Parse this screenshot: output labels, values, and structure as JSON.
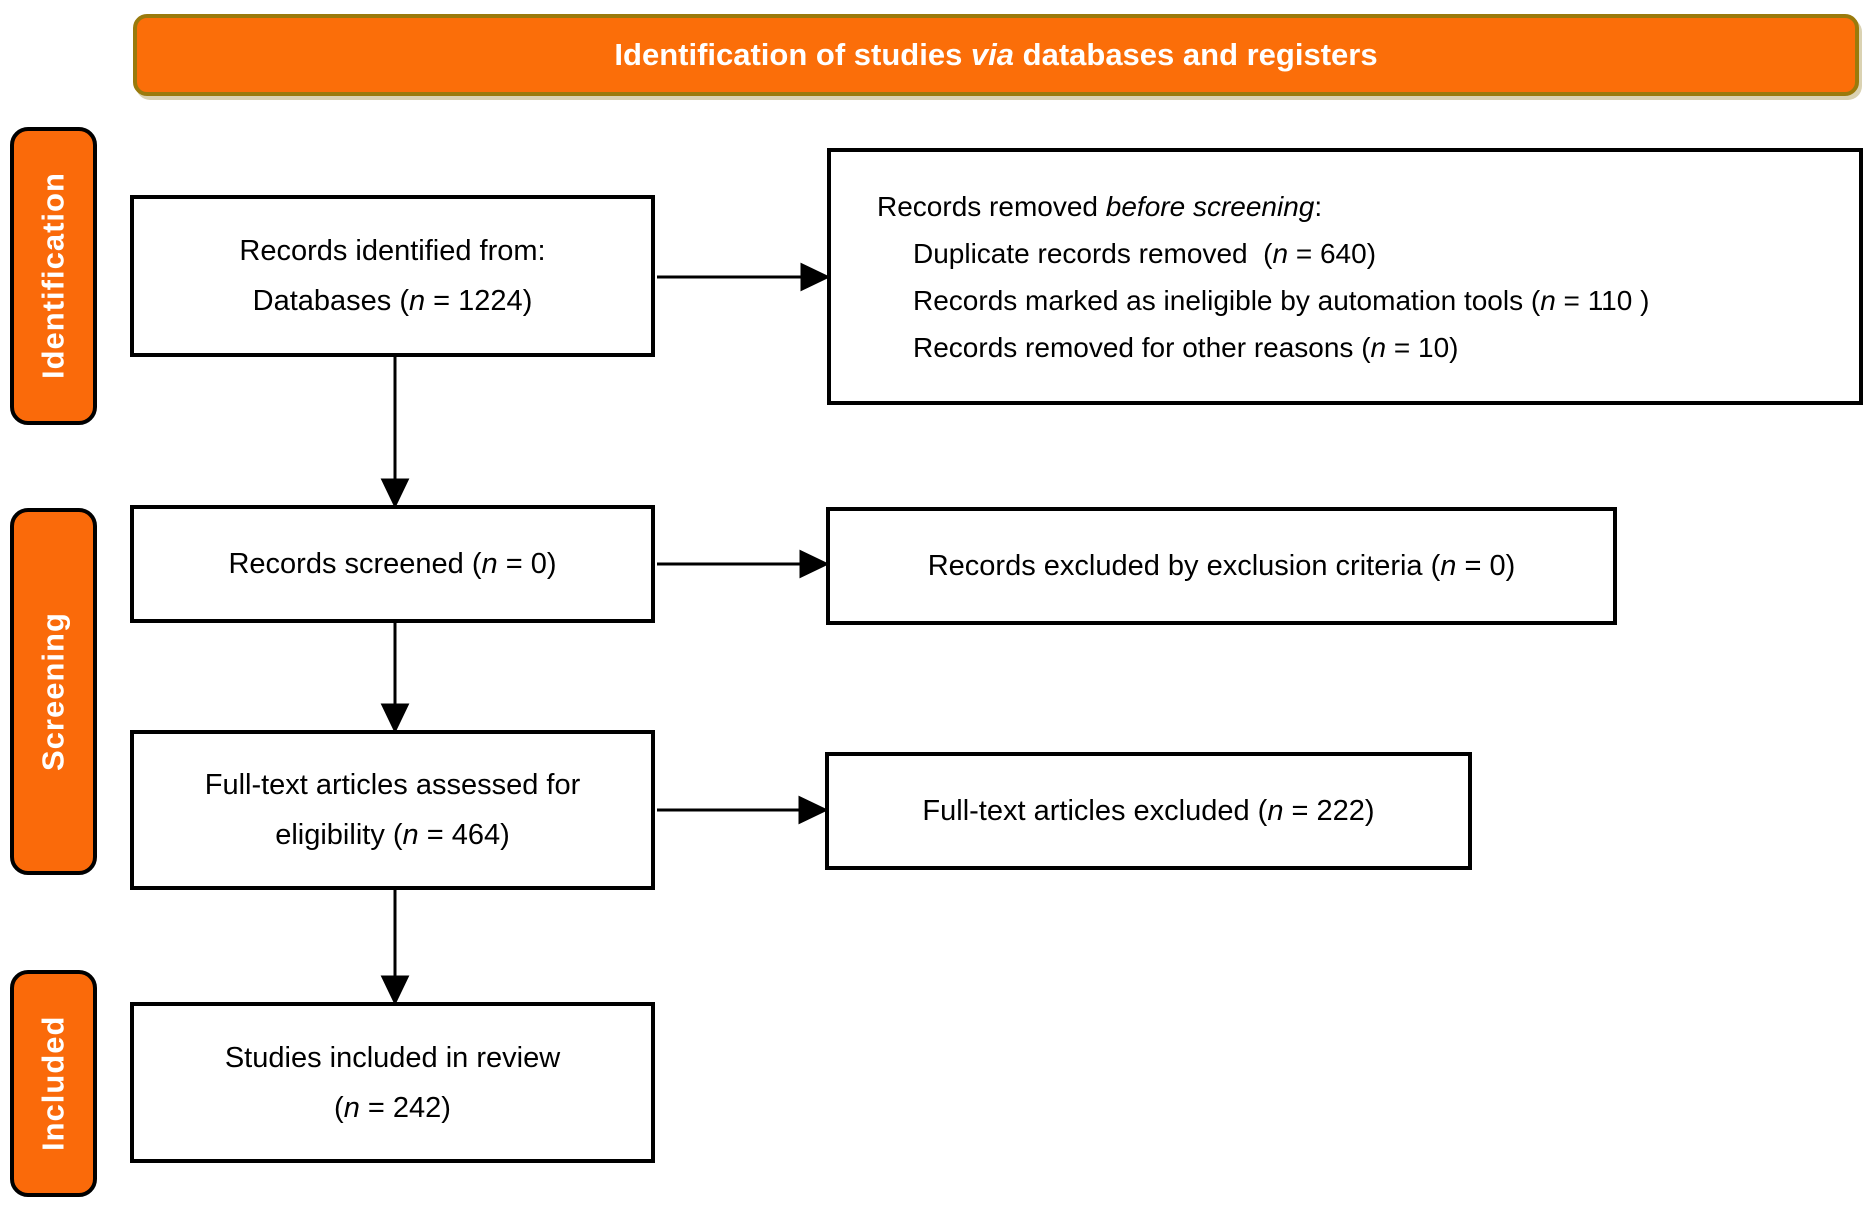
{
  "banner": {
    "pre": "Identification of studies ",
    "italic": "via",
    "post": " databases and registers"
  },
  "side_labels": {
    "identification": "Identification",
    "screening": "Screening",
    "included": "Included"
  },
  "boxes": {
    "records_identified": {
      "line1": "Records identified from:",
      "line2": {
        "pre": "Databases (",
        "n": "n",
        "post": " = 1224)"
      }
    },
    "records_removed": {
      "line1": {
        "pre": "Records removed ",
        "italic": "before screening",
        "post": ":"
      },
      "line2": {
        "pre": "Duplicate records removed  (",
        "n": "n",
        "post": " = 640)"
      },
      "line3": {
        "pre": "Records marked as ineligible by automation tools (",
        "n": "n",
        "post": " = 110 )"
      },
      "line4": {
        "pre": "Records removed for other reasons (",
        "n": "n",
        "post": " = 10)"
      }
    },
    "records_screened": {
      "line1": {
        "pre": "Records screened (",
        "n": "n",
        "post": " = 0)"
      }
    },
    "records_excluded": {
      "line1": {
        "pre": "Records excluded by exclusion criteria (",
        "n": "n",
        "post": " = 0)"
      }
    },
    "fulltext_assessed": {
      "line1": "Full-text articles assessed for",
      "line2": {
        "pre": "eligibility (",
        "n": "n",
        "post": " = 464)"
      }
    },
    "fulltext_excluded": {
      "line1": {
        "pre": "Full-text articles excluded (",
        "n": "n",
        "post": " = 222)"
      }
    },
    "studies_included": {
      "line1": "Studies included in review",
      "line2": {
        "pre": "(",
        "n": "n",
        "post": " = 242)"
      }
    }
  },
  "colors": {
    "banner_fill": "#fb6e09",
    "banner_border": "#9a7a0c",
    "label_fill": "#fa6a0a",
    "box_border": "#000000",
    "banner_text": "#ffffff",
    "text": "#000000"
  }
}
